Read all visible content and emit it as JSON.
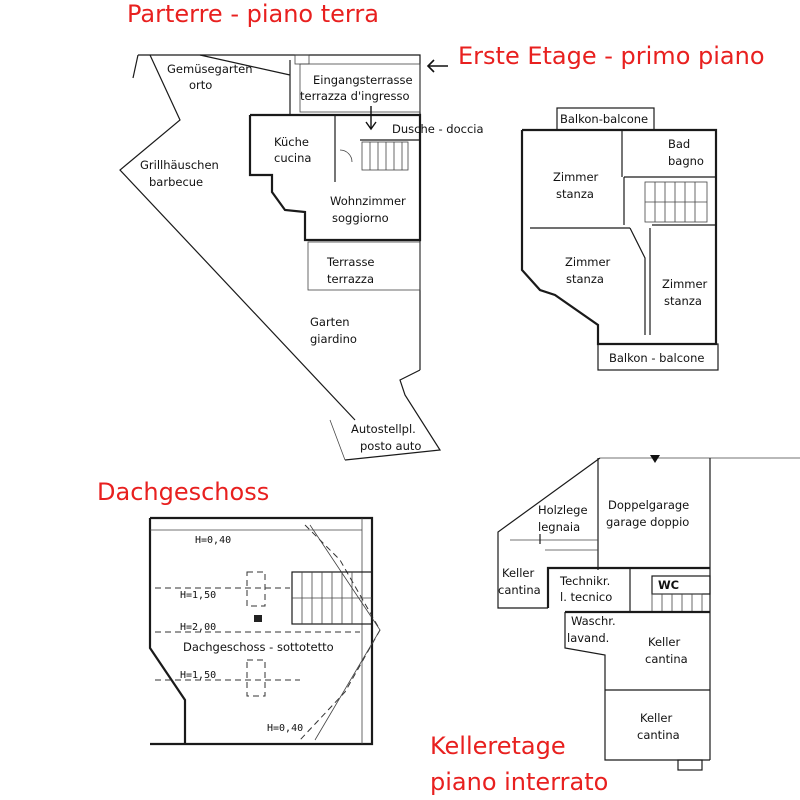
{
  "headings": {
    "ground": "Parterre - piano terra",
    "first": "Erste Etage - primo piano",
    "attic": "Dachgeschoss",
    "basement_line1": "Kelleretage",
    "basement_line2": "piano interrato"
  },
  "ground_floor": {
    "garden_veg": [
      "Gemüsegarten",
      "orto"
    ],
    "entrance_terrace": [
      "Eingangsterrasse",
      "terrazza d'ingresso"
    ],
    "kitchen": [
      "Küche",
      "cucina"
    ],
    "shower": "Dusche - doccia",
    "grill": [
      "Grillhäuschen",
      "barbecue"
    ],
    "living": [
      "Wohnzimmer",
      "soggiorno"
    ],
    "terrace": [
      "Terrasse",
      "terrazza"
    ],
    "garden": [
      "Garten",
      "giardino"
    ],
    "parking": [
      "Autostellpl.",
      "posto auto"
    ]
  },
  "first_floor": {
    "balcony_top": "Balkon-balcone",
    "bath": [
      "Bad",
      "bagno"
    ],
    "room1": [
      "Zimmer",
      "stanza"
    ],
    "room2": [
      "Zimmer",
      "stanza"
    ],
    "room3": [
      "Zimmer",
      "stanza"
    ],
    "balcony_bottom": "Balkon - balcone"
  },
  "attic_floor": {
    "heights": [
      "H=0,40",
      "H=1,50",
      "H=2,00",
      "H=1,50",
      "H=0,40"
    ],
    "label": "Dachgeschoss - sottotetto"
  },
  "basement": {
    "woodshed": [
      "Holzlege",
      "legnaia"
    ],
    "garage": [
      "Doppelgarage",
      "garage doppio"
    ],
    "cellar1": [
      "Keller",
      "cantina"
    ],
    "tech": [
      "Technikr.",
      "l. tecnico"
    ],
    "wc": "WC",
    "laundry": [
      "Waschr.",
      "lavand."
    ],
    "cellar2": [
      "Keller",
      "cantina"
    ],
    "cellar3": [
      "Keller",
      "cantina"
    ]
  }
}
